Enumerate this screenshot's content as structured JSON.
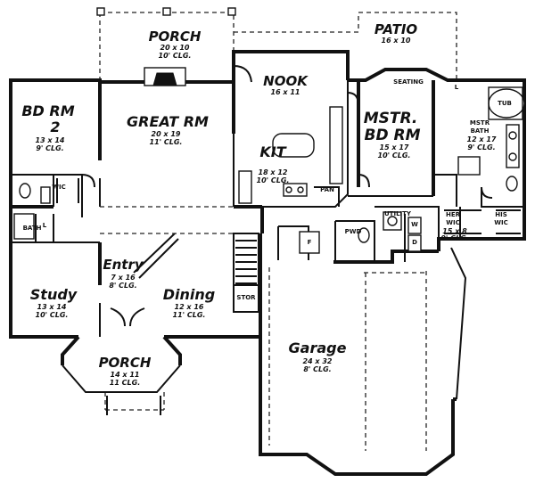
{
  "rooms": {
    "porch_top": {
      "name": "PORCH",
      "dim": "20 x 10",
      "clg": "10' CLG."
    },
    "patio": {
      "name": "PATIO",
      "dim": "16 x 10"
    },
    "nook": {
      "name": "NOOK",
      "dim": "16 x 11"
    },
    "seating": {
      "name": "SEATING"
    },
    "bd_rm_2": {
      "name_line1": "BD RM",
      "name_line2": "2",
      "dim": "13 x 14",
      "clg": "9' CLG."
    },
    "great_rm": {
      "name": "GREAT RM",
      "dim": "20 x 19",
      "clg": "11' CLG."
    },
    "mstr_bd_rm": {
      "name_line1": "MSTR.",
      "name_line2": "BD RM",
      "dim": "15 x 17",
      "clg": "10' CLG."
    },
    "mstr_bath": {
      "name_line1": "MSTR",
      "name_line2": "BATH",
      "dim": "12 x 17",
      "clg": "9' CLG."
    },
    "tub": {
      "name": "TUB"
    },
    "kit": {
      "name": "KIT",
      "dim": "18 x 12",
      "clg": "10' CLG."
    },
    "pan": {
      "name": "PAN"
    },
    "wic": {
      "name": "WIC"
    },
    "bath": {
      "name": "BATH"
    },
    "utility": {
      "name": "UTILITY"
    },
    "her_wic": {
      "name_line1": "HER",
      "name_line2": "WIC",
      "dim": "15 x 8",
      "clg": "9' CLG."
    },
    "his_wic": {
      "name_line1": "HIS",
      "name_line2": "WIC"
    },
    "entry": {
      "name": "Entry",
      "dim": "7 x 16",
      "clg": "8' CLG."
    },
    "study": {
      "name": "Study",
      "dim": "13 x 14",
      "clg": "10' CLG."
    },
    "dining": {
      "name": "Dining",
      "dim": "12 x 16",
      "clg": "11' CLG."
    },
    "stor": {
      "name": "STOR"
    },
    "porch_front": {
      "name": "PORCH",
      "dim": "14 x 11",
      "clg": "11 CLG."
    },
    "garage": {
      "name": "Garage",
      "dim": "24 x 32",
      "clg": "8' CLG."
    }
  },
  "fixtures": {
    "fridge": "F",
    "powder": "PWD",
    "wd_w": "W",
    "wd_d": "D",
    "linen": "L"
  }
}
